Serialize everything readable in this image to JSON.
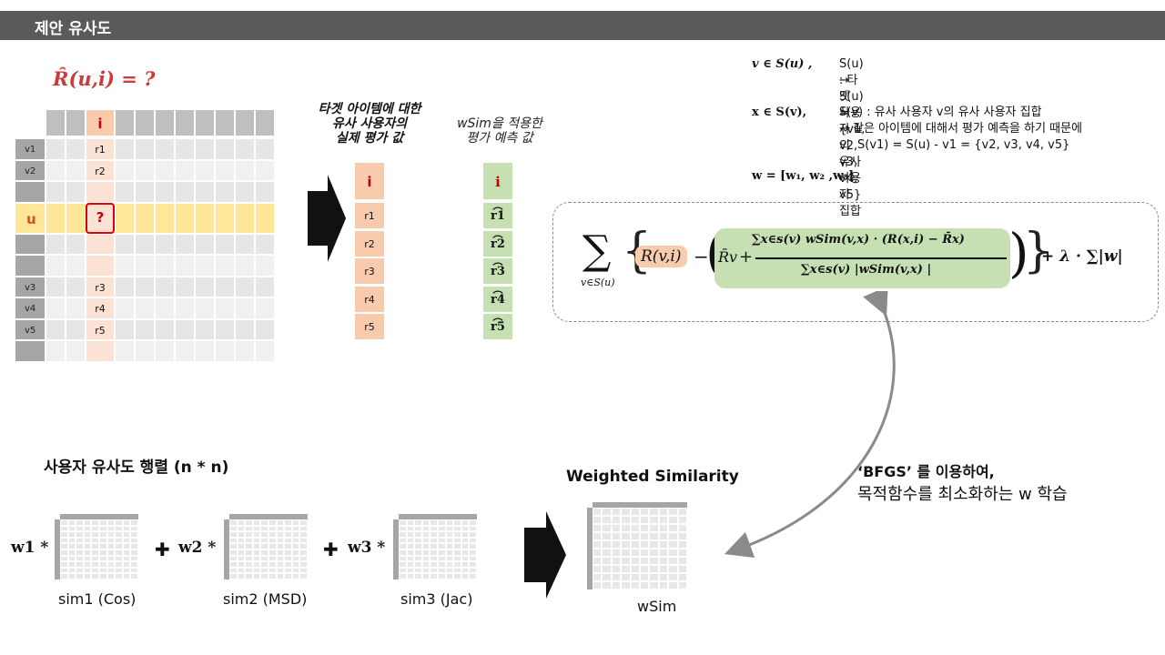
{
  "header": {
    "title": "제안 유사도"
  },
  "target_formula": "R̂(u,i)  = ?",
  "grid": {
    "col_header": "i",
    "row_labels": [
      "v1",
      "v2",
      "",
      "u",
      "",
      "",
      "v3",
      "v4",
      "v5",
      ""
    ],
    "col_values": [
      "r1",
      "r2",
      "",
      "?",
      "",
      "",
      "r3",
      "r4",
      "r5",
      ""
    ]
  },
  "actual_ratings": {
    "title_lines": [
      "타겟 아이템에 대한",
      "유사 사용자의",
      "실제 평가 값"
    ],
    "header": "i",
    "items": [
      "r1",
      "r2",
      "r3",
      "r4",
      "r5"
    ]
  },
  "predicted_ratings": {
    "title_lines": [
      "wSim을 적용한",
      "평가 예측 값"
    ],
    "header": "i",
    "items": [
      "r1",
      "r2",
      "r3",
      "r4",
      "r5"
    ]
  },
  "definitions": {
    "line1_math": "v ∈ S(u) ,",
    "line1_text": "S(u) : 타겟 사용자 u의 유사 사용자 집합",
    "line1_sub": "→ S(u) = {v1, v2, v3, v4, v5}",
    "line2_math": "x ∈ S(v),",
    "line2_text": "S(v) : 유사 사용자 v의 유사 사용자 집합",
    "line2_sub1": "→ 같은 아이템에 대해서 평가 예측을 하기 때문에",
    "line2_sub2": "S(v1) = S(u) - v1 = {v2, v3, v4, v5}",
    "line3": "w = [w₁, w₂ ,w₃]"
  },
  "formula": {
    "sum_sub": "v∈S(u)",
    "rvi": "R(v,i)",
    "rbar": "R̄v",
    "numerator": "∑x∈s(v) wSim(v,x) · (R(x,i) − R̄x)",
    "denominator": "∑x∈s(v) |wSim(v,x) |",
    "reg": "+ λ · ∑|w|"
  },
  "sim_matrix": {
    "title": "사용자 유사도 행렬 (n * n)",
    "w1": "w1 *",
    "w2": "w2 *",
    "w3": "w3 *",
    "plus": "✚",
    "sim1": "sim1 (Cos)",
    "sim2": "sim2 (MSD)",
    "sim3": "sim3 (Jac)"
  },
  "weighted": {
    "title": "Weighted Similarity",
    "label": "wSim"
  },
  "bfgs": {
    "line1": "‘BFGS’ 를 이용하여,",
    "line2": "목적함수를 최소화하는 w 학습"
  },
  "colors": {
    "title_bar": "#5a5a5a",
    "orange": "#f8cbad",
    "green": "#c6e0b4",
    "highlight_row": "#ffe699",
    "red_text": "#cc3b3b"
  }
}
